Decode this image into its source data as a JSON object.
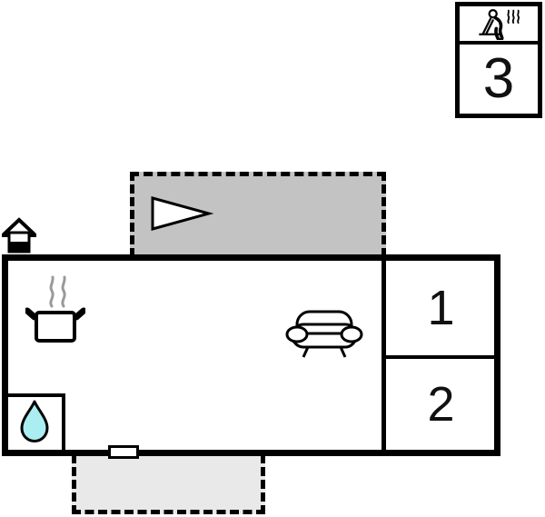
{
  "floorplan": {
    "annex": {
      "number": "3",
      "icon": "sauna-icon"
    },
    "bedrooms": [
      {
        "number": "1"
      },
      {
        "number": "2"
      }
    ],
    "icons": {
      "terrace_direction": "direction-arrow-icon",
      "kitchen": "cooking-pot-icon",
      "living_room": "sofa-icon",
      "bathroom": "water-drop-icon",
      "entrance": "entrance-house-icon",
      "door": "door-marker"
    },
    "colors": {
      "wall": "#000000",
      "terrace_top_fill": "#c3c3c3",
      "terrace_bottom_fill": "#e9e9e9",
      "water_drop_fill": "#aaeef2",
      "steam_gray": "#9a9a9a",
      "background": "#ffffff"
    }
  }
}
